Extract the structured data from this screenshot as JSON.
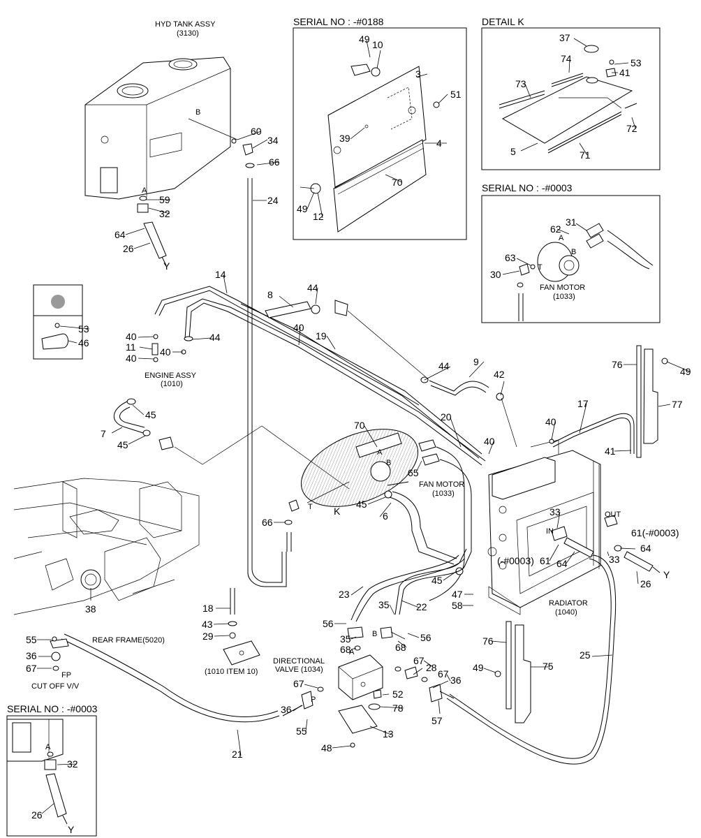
{
  "tank": {
    "title": "HYD TANK ASSY",
    "code": "(3130)",
    "port_b": "B",
    "port_a": "A"
  },
  "panel_serial_0188": {
    "title": "SERIAL NO : -#0188"
  },
  "detail_k": {
    "title": "DETAIL K"
  },
  "panel_serial_0003_fan": {
    "title": "SERIAL NO : -#0003",
    "caption": "FAN MOTOR",
    "code": "(1033)",
    "port_a": "A",
    "port_b": "B",
    "port_t": "T"
  },
  "panel_serial_0003_tank": {
    "title": "SERIAL NO : -#0003",
    "port_a": "A"
  },
  "engine": {
    "title": "ENGINE ASSY",
    "code": "(1010)"
  },
  "fan_motor": {
    "title": "FAN MOTOR",
    "code": "(1033)",
    "k": "K",
    "port_a": "A",
    "port_b": "B",
    "port_t": "T"
  },
  "radiator": {
    "title": "RADIATOR",
    "code": "(1040)",
    "in": "IN",
    "out": "OUT",
    "note": "(-#0003)",
    "note2": "61(-#0003)"
  },
  "rear_frame": {
    "title": "REAR FRAME(5020)"
  },
  "engine_item10": {
    "title": "(1010 ITEM 10)"
  },
  "valve": {
    "title": "DIRECTIONAL",
    "title2": "VALVE (1034)",
    "port_a": "A",
    "port_b": "B",
    "port_p": "P"
  },
  "cutoff": {
    "title": "CUT OFF V/V",
    "port_fp": "FP"
  },
  "y_labels": [
    "Y",
    "Y",
    "Y"
  ],
  "part_numbers": [
    "3",
    "4",
    "5",
    "6",
    "7",
    "8",
    "9",
    "10",
    "11",
    "12",
    "13",
    "14",
    "17",
    "18",
    "19",
    "20",
    "21",
    "22",
    "23",
    "24",
    "25",
    "26",
    "28",
    "29",
    "30",
    "31",
    "32",
    "33",
    "34",
    "35",
    "36",
    "37",
    "38",
    "39",
    "40",
    "41",
    "42",
    "43",
    "44",
    "45",
    "46",
    "47",
    "48",
    "49",
    "51",
    "52",
    "53",
    "56",
    "57",
    "58",
    "59",
    "60",
    "61",
    "62",
    "63",
    "64",
    "65",
    "66",
    "67",
    "68",
    "70",
    "71",
    "72",
    "73",
    "74",
    "75",
    "76",
    "77",
    "78"
  ]
}
